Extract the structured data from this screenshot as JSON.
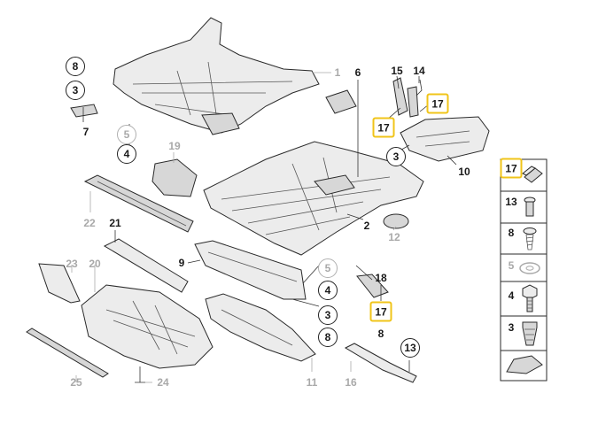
{
  "diagram": {
    "callouts": [
      {
        "id": "c1",
        "text": "1",
        "style": "plain-grey"
      },
      {
        "id": "c6",
        "text": "6",
        "style": "plain"
      },
      {
        "id": "c15",
        "text": "15",
        "style": "plain"
      },
      {
        "id": "c14",
        "text": "14",
        "style": "plain"
      },
      {
        "id": "c17a",
        "text": "17",
        "style": "highlight"
      },
      {
        "id": "c17b",
        "text": "17",
        "style": "highlight"
      },
      {
        "id": "c10",
        "text": "10",
        "style": "plain"
      },
      {
        "id": "c3a",
        "text": "3",
        "style": "circle"
      },
      {
        "id": "c8a",
        "text": "8",
        "style": "circle"
      },
      {
        "id": "c3b",
        "text": "3",
        "style": "circle"
      },
      {
        "id": "c7",
        "text": "7",
        "style": "plain"
      },
      {
        "id": "c5a",
        "text": "5",
        "style": "circle-grey"
      },
      {
        "id": "c4a",
        "text": "4",
        "style": "circle"
      },
      {
        "id": "c19",
        "text": "19",
        "style": "plain-grey"
      },
      {
        "id": "c22",
        "text": "22",
        "style": "plain-grey"
      },
      {
        "id": "c21",
        "text": "21",
        "style": "plain"
      },
      {
        "id": "c2",
        "text": "2",
        "style": "plain"
      },
      {
        "id": "c12",
        "text": "12",
        "style": "plain-grey"
      },
      {
        "id": "c9",
        "text": "9",
        "style": "plain"
      },
      {
        "id": "c23",
        "text": "23",
        "style": "plain-grey"
      },
      {
        "id": "c20",
        "text": "20",
        "style": "plain-grey"
      },
      {
        "id": "c5b",
        "text": "5",
        "style": "circle-grey"
      },
      {
        "id": "c4b",
        "text": "4",
        "style": "circle"
      },
      {
        "id": "c3c",
        "text": "3",
        "style": "circle"
      },
      {
        "id": "c8b",
        "text": "8",
        "style": "circle"
      },
      {
        "id": "c18",
        "text": "18",
        "style": "plain"
      },
      {
        "id": "c17c",
        "text": "17",
        "style": "highlight"
      },
      {
        "id": "c8c",
        "text": "8",
        "style": "plain"
      },
      {
        "id": "c13a",
        "text": "13",
        "style": "circle"
      },
      {
        "id": "c16",
        "text": "16",
        "style": "plain-grey"
      },
      {
        "id": "c11",
        "text": "11",
        "style": "plain-grey"
      },
      {
        "id": "c25",
        "text": "25",
        "style": "plain-grey"
      },
      {
        "id": "c24",
        "text": "24",
        "style": "plain-grey"
      }
    ],
    "legend": [
      {
        "id": "l17",
        "text": "17",
        "style": "highlight",
        "icon": "clip-nut-icon"
      },
      {
        "id": "l13",
        "text": "13",
        "style": "plain",
        "icon": "expanding-rivet-icon"
      },
      {
        "id": "l8",
        "text": "8",
        "style": "plain",
        "icon": "self-tapping-screw-icon"
      },
      {
        "id": "l5",
        "text": "5",
        "style": "plain-grey",
        "icon": "washer-icon"
      },
      {
        "id": "l4",
        "text": "4",
        "style": "plain",
        "icon": "hex-bolt-icon"
      },
      {
        "id": "l3",
        "text": "3",
        "style": "plain",
        "icon": "spreader-nut-icon"
      }
    ],
    "colors": {
      "highlight": "#f0c419",
      "line": "#2a2a2a",
      "grey_label": "#a9a9a9"
    }
  }
}
